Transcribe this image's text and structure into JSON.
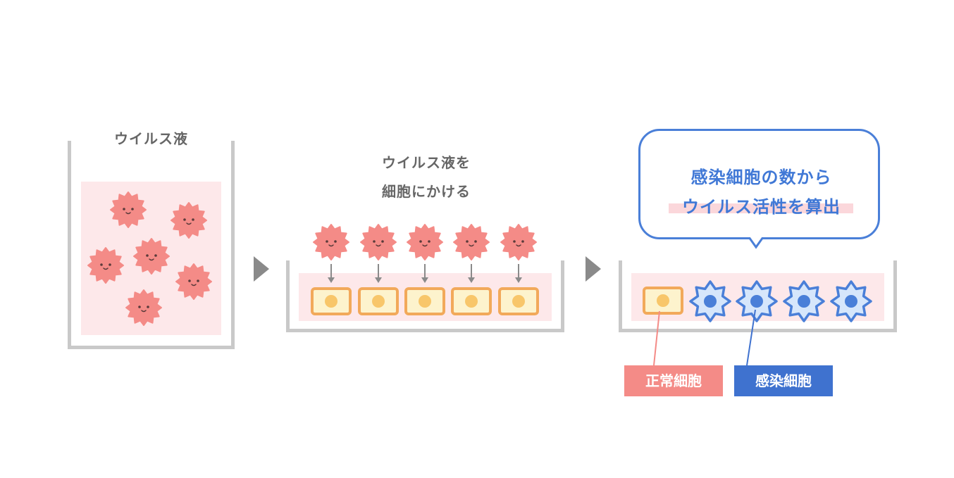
{
  "panel1": {
    "label": "ウイルス液"
  },
  "panel2": {
    "label_line1": "ウイルス液を",
    "label_line2": "細胞にかける"
  },
  "panel3": {
    "bubble_line1": "感染細胞の数から",
    "bubble_line2": "ウイルス活性を算出",
    "normal_cell_tag": "正常細胞",
    "infected_cell_tag": "感染細胞"
  },
  "colors": {
    "virus": "#f48b87",
    "liquid": "#fde8ea",
    "container": "#c9c9c9",
    "normal_cell_border": "#f2a95a",
    "normal_cell_fill": "#fdf3cd",
    "nucleus": "#f8c66a",
    "infected_cell": "#4a7fd8",
    "infected_cell_fill": "#d6e6fb",
    "normal_tag": "#f48b87",
    "infected_tag": "#3f72cf",
    "arrow": "#8a8a8a"
  }
}
